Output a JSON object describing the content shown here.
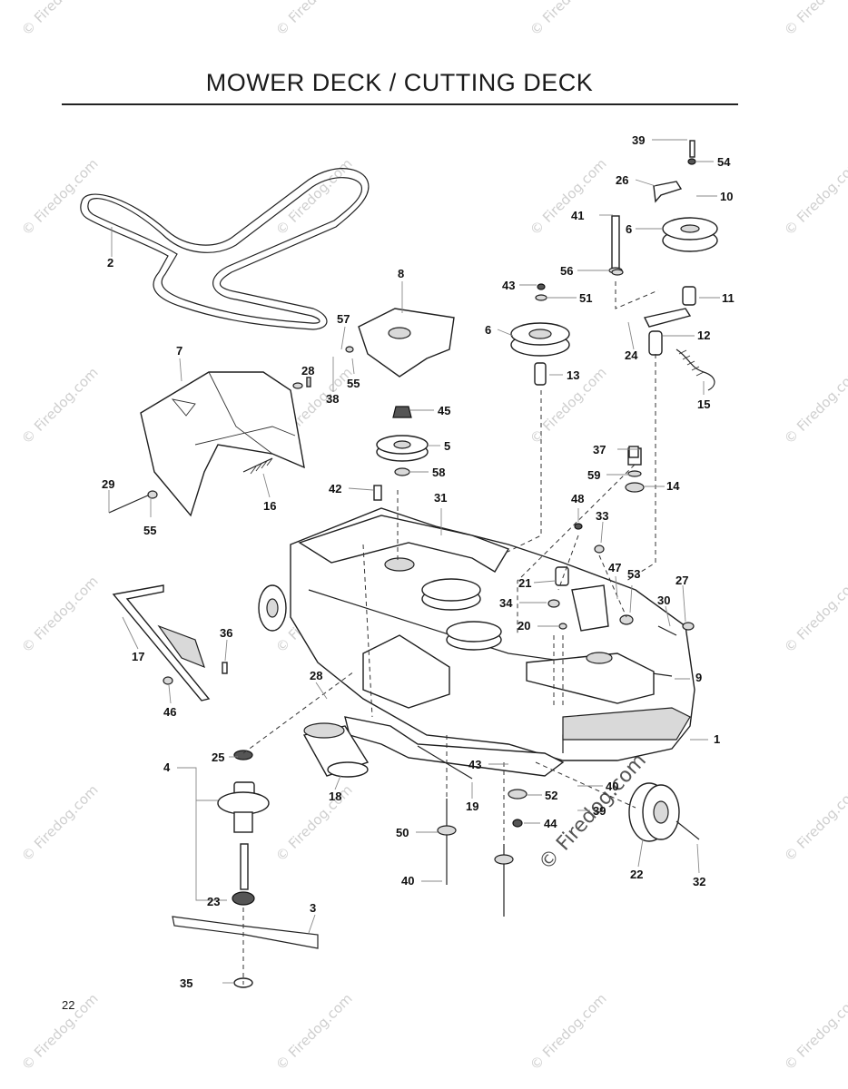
{
  "page": {
    "title": "MOWER DECK / CUTTING DECK",
    "page_number": "22"
  },
  "watermark": {
    "text": "© Firedog.com",
    "center_text": "© Firedog.com"
  },
  "callouts": [
    "1",
    "2",
    "3",
    "4",
    "5",
    "6",
    "6",
    "7",
    "8",
    "9",
    "10",
    "11",
    "12",
    "13",
    "14",
    "15",
    "16",
    "17",
    "18",
    "19",
    "20",
    "21",
    "22",
    "23",
    "24",
    "25",
    "26",
    "27",
    "28",
    "28",
    "29",
    "30",
    "31",
    "32",
    "33",
    "34",
    "35",
    "36",
    "37",
    "38",
    "39",
    "39",
    "40",
    "40",
    "41",
    "42",
    "43",
    "43",
    "44",
    "45",
    "46",
    "47",
    "48",
    "50",
    "51",
    "52",
    "53",
    "54",
    "55",
    "55",
    "56",
    "57",
    "58",
    "59"
  ],
  "colors": {
    "ink": "#1a1a1a",
    "watermark": "#cfcfcf",
    "shading": "#d9d9d9"
  }
}
